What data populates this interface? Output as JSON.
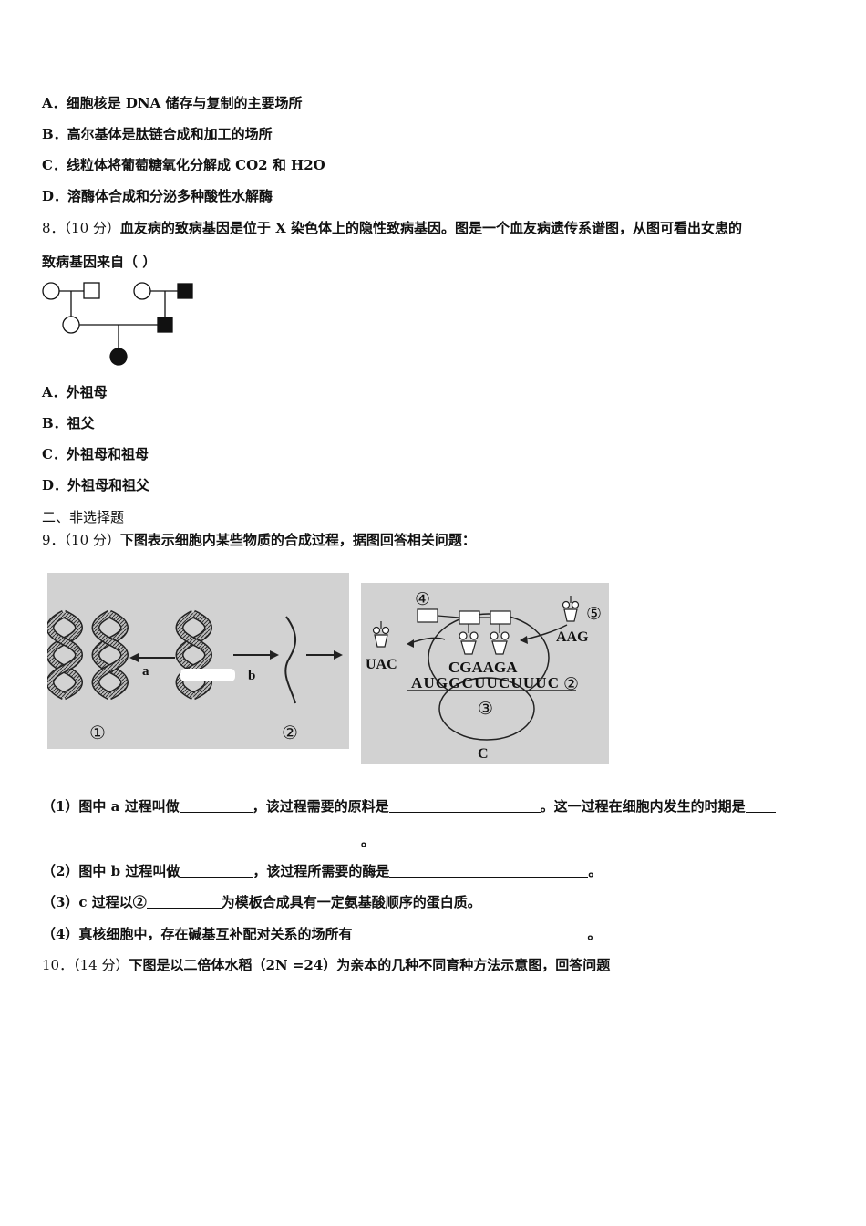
{
  "q7_options": {
    "A": "A．细胞核是 DNA 储存与复制的主要场所",
    "B": "B．高尔基体是肽链合成和加工的场所",
    "C": "C．线粒体将葡萄糖氧化分解成 CO2 和 H2O",
    "D": "D．溶酶体合成和分泌多种酸性水解酶"
  },
  "q8": {
    "num": "8．",
    "points": "（10 分）",
    "stem_line1": "血友病的致病基因是位于 X 染色体上的隐性致病基因。图是一个血友病遗传系谱图，从图可看出女患的",
    "stem_line2": "致病基因来自（    ）",
    "options": {
      "A": "A．外祖母",
      "B": "B．祖父",
      "C": "C．外祖母和祖母",
      "D": "D．外祖母和祖父"
    }
  },
  "section2": "二、非选择题",
  "q9": {
    "num": "9．",
    "points": "（10 分）",
    "stem": "下图表示细胞内某些物质的合成过程，据图回答相关问题：",
    "figure": {
      "label_a": "a",
      "label_b": "b",
      "circ1": "①",
      "circ2": "②",
      "circ3": "③",
      "circ4": "④",
      "circ5": "⑤",
      "uac": "UAC",
      "aag": "AAG",
      "cgaaga": "CGAAGA",
      "mrna": "AUGGCUUCUUUC",
      "label_c": "C"
    },
    "p1_a": "（1）图中 a 过程叫做",
    "p1_b": "，该过程需要的原料是",
    "p1_c": "。这一过程在细胞内发生的时期是",
    "p1_end": "。",
    "p2_a": "（2）图中 b 过程叫做",
    "p2_b": "，该过程所需要的酶是",
    "p2_end": "。",
    "p3_a": "（3）c 过程以②",
    "p3_b": "为模板合成具有一定氨基酸顺序的蛋白质。",
    "p4_a": "（4）真核细胞中，存在碱基互补配对关系的场所有",
    "p4_end": "。"
  },
  "q10": {
    "num": "10．",
    "points": "（14 分）",
    "stem": "下图是以二倍体水稻（2N =24）为亲本的几种不同育种方法示意图，回答问题"
  }
}
